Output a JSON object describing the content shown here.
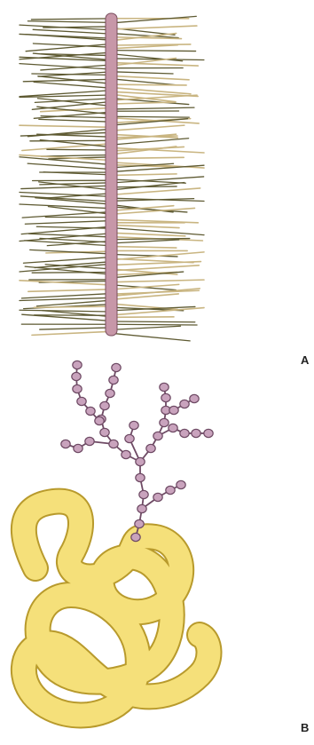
{
  "panels": [
    {
      "label": "A",
      "depicts": "bottlebrush-molecule"
    },
    {
      "label": "B",
      "depicts": "branched-glycan-on-folded-protein"
    }
  ],
  "colors": {
    "core_protein": "#c797a8",
    "core_outline": "#7a4e5e",
    "bristle_dark": "#5e5a32",
    "bristle_light": "#c9b581",
    "sugar_fill": "#c9a3bd",
    "sugar_outline": "#6e4a64",
    "protein_fill": "#f5e07a",
    "protein_outline": "#b89a2c"
  }
}
